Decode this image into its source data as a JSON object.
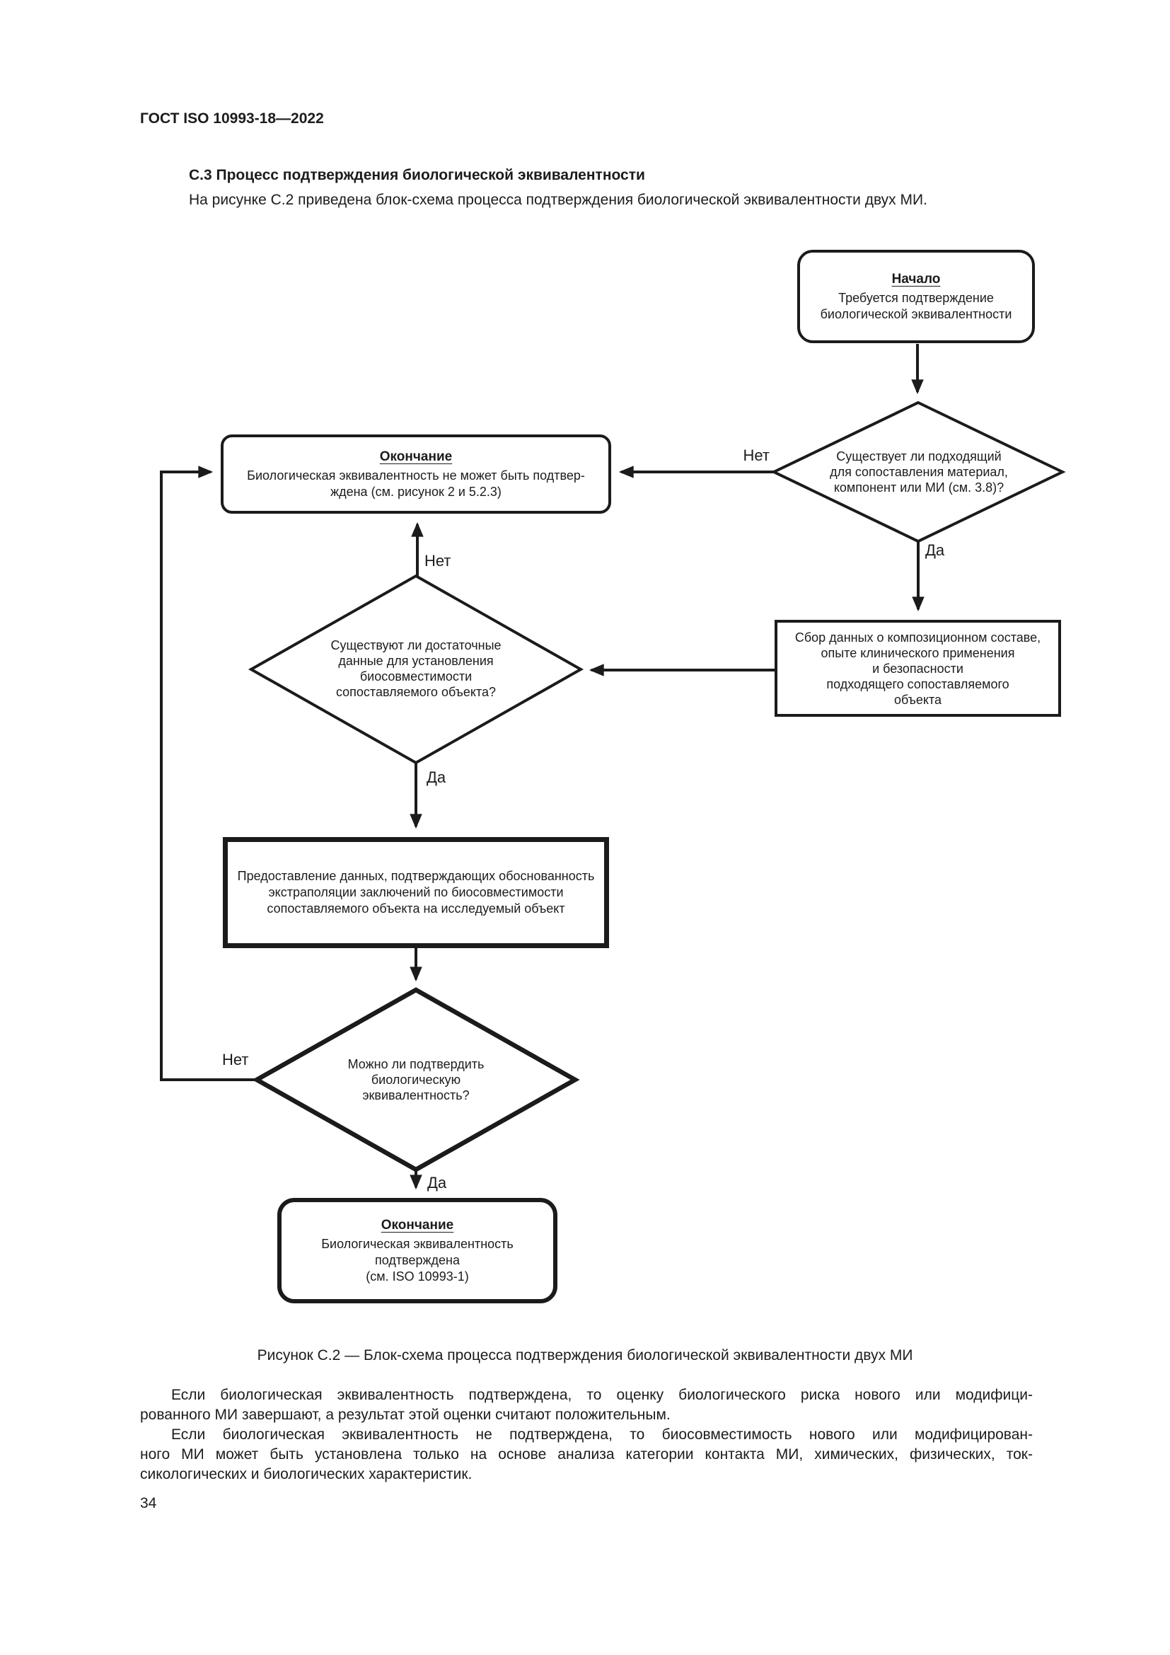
{
  "page": {
    "header": "ГОСТ ISO 10993-18—2022",
    "section_heading": "С.3 Процесс подтверждения биологической эквивалентности",
    "intro": "На рисунке С.2 приведена блок-схема процесса подтверждения биологической эквивалентности двух МИ.",
    "figure_caption": "Рисунок С.2 — Блок-схема процесса подтверждения биологической эквивалентности двух МИ",
    "page_number": "34"
  },
  "flowchart": {
    "start": {
      "title": "Начало",
      "lines": [
        "Требуется подтверждение",
        "биологической эквивалентности"
      ]
    },
    "decision_comparator": {
      "lines": [
        "Существует ли подходящий",
        "для сопоставления материал,",
        "компонент или МИ (см. 3.8)?"
      ]
    },
    "end_not_confirmed": {
      "title": "Окончание",
      "lines": [
        "Биологическая эквивалентность не может быть подтвер-",
        "ждена (см. рисунок 2 и 5.2.3)"
      ]
    },
    "collect_data": {
      "lines": [
        "Сбор данных о композиционном составе,",
        "опыте клинического применения",
        "и безопасности",
        "подходящего сопоставляемого",
        "объекта"
      ]
    },
    "decision_sufficient": {
      "lines": [
        "Существуют ли достаточные",
        "данные для установления",
        "биосовместимости",
        "сопоставляемого объекта?"
      ]
    },
    "provide_data": {
      "lines": [
        "Предоставление данных, подтверждающих обоснованность",
        "экстраполяции заключений по биосовместимости",
        "сопоставляемого объекта на исследуемый объект"
      ]
    },
    "decision_confirm": {
      "lines": [
        "Можно ли подтвердить",
        "биологическую",
        "эквивалентность?"
      ]
    },
    "end_confirmed": {
      "title": "Окончание",
      "lines": [
        "Биологическая эквивалентность",
        "подтверждена",
        "(см. ISO 10993-1)"
      ]
    },
    "labels": {
      "yes": "Да",
      "no": "Нет"
    }
  },
  "paragraphs": [
    {
      "lines": [
        "Если биологическая эквивалентность подтверждена, то оценку биологического риска нового или модифици-",
        "рованного МИ завершают, а результат этой оценки считают положительным."
      ]
    },
    {
      "lines": [
        "Если биологическая эквивалентность не подтверждена, то биосовместимость нового или модифицирован-",
        "ного МИ может быть установлена только на основе анализа категории контакта МИ, химических, физических, ток-",
        "сикологических и биологических характеристик."
      ]
    }
  ],
  "colors": {
    "ink": "#1b1b1b",
    "background": "#ffffff"
  }
}
